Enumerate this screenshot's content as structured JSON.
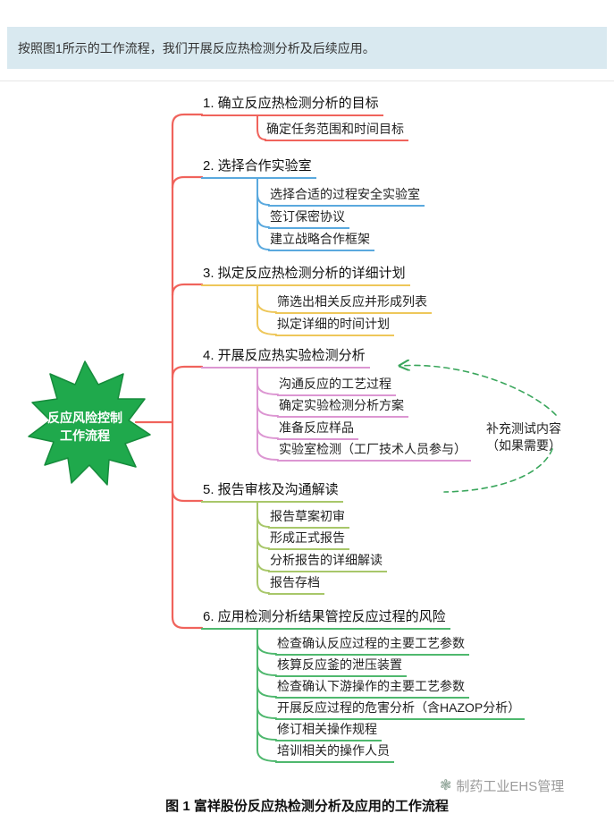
{
  "banner": {
    "text": "按照图1所示的工作流程，我们开展反应热检测分析及后续应用。",
    "background_color": "#d9e9f0"
  },
  "mindmap": {
    "root": {
      "line1": "反应风险控制",
      "line2": "工作流程",
      "shape": "green-leaf",
      "color": "#1fa94c",
      "text_color": "#ffffff"
    },
    "trunk_color": "#f0635c",
    "branches": [
      {
        "title": "1. 确立反应热检测分析的目标",
        "color": "#f0635c",
        "subs": [
          "确定任务范围和时间目标"
        ]
      },
      {
        "title": "2. 选择合作实验室",
        "color": "#5aa9de",
        "subs": [
          "选择合适的过程安全实验室",
          "签订保密协议",
          "建立战略合作框架"
        ]
      },
      {
        "title": "3. 拟定反应热检测分析的详细计划",
        "color": "#eec75a",
        "subs": [
          "筛选出相关反应并形成列表",
          "拟定详细的时间计划"
        ]
      },
      {
        "title": "4. 开展反应热实验检测分析",
        "color": "#dc96d2",
        "subs": [
          "沟通反应的工艺过程",
          "确定实验检测分析方案",
          "准备反应样品",
          "实验室检测（工厂技术人员参与）"
        ]
      },
      {
        "title": "5. 报告审核及沟通解读",
        "color": "#a8c76a",
        "subs": [
          "报告草案初审",
          "形成正式报告",
          "分析报告的详细解读",
          "报告存档"
        ]
      },
      {
        "title": "6. 应用检测分析结果管控反应过程的风险",
        "color": "#4fb86e",
        "subs": [
          "检查确认反应过程的主要工艺参数",
          "核算反应釜的泄压装置",
          "检查确认下游操作的主要工艺参数",
          "开展反应过程的危害分析（含HAZOP分析）",
          "修订相关操作规程",
          "培训相关的操作人员"
        ]
      }
    ],
    "annotation": {
      "line1": "补充测试内容",
      "line2": "（如果需要）",
      "color": "#3aa65c",
      "style": "dashed-arrow"
    }
  },
  "watermark": {
    "icon": "ehs-logo-icon",
    "text": "制药工业EHS管理"
  },
  "caption": {
    "text": "图 1  富祥股份反应热检测分析及应用的工作流程"
  }
}
